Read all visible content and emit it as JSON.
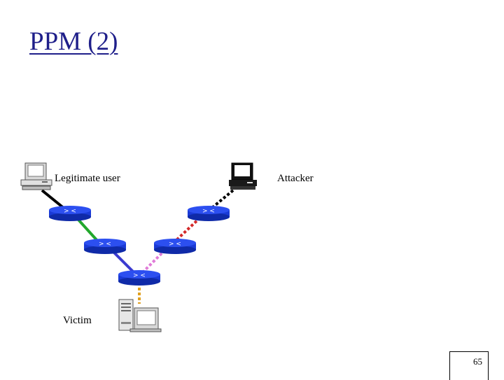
{
  "slide": {
    "title": "PPM (2)",
    "page_number": "65"
  },
  "labels": {
    "legitimate_user": "Legitimate user",
    "attacker": "Attacker",
    "victim": "Victim"
  },
  "colors": {
    "title": "#1f1f8a",
    "router": "#1a3ad6",
    "link_legit_1": "#000000",
    "link_legit_2": "#22a82c",
    "link_legit_3": "#3b3bd0",
    "link_attack_1": "#000000",
    "link_attack_2": "#d42a2a",
    "link_attack_3": "#e07ad8",
    "link_victim": "#e0a020"
  },
  "icons": {
    "legit_host": "desktop-computer-icon",
    "attacker_host": "dark-computer-icon",
    "victim_host": "server-and-monitor-icon",
    "router": "router-icon"
  }
}
